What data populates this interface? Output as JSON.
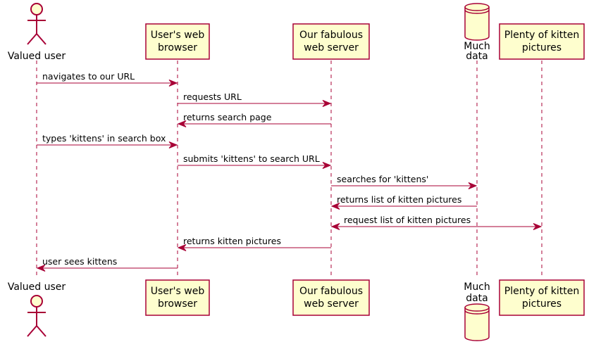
{
  "colors": {
    "participant_fill": "#FEFECE",
    "participant_stroke": "#A80036",
    "arrow": "#A80036",
    "lifeline": "#A80036",
    "text": "#000000"
  },
  "participants": [
    {
      "id": "user",
      "kind": "actor",
      "lines": [
        "Valued user"
      ]
    },
    {
      "id": "browser",
      "kind": "box",
      "lines": [
        "User's web",
        "browser"
      ]
    },
    {
      "id": "server",
      "kind": "box",
      "lines": [
        "Our fabulous",
        "web server"
      ]
    },
    {
      "id": "data",
      "kind": "database",
      "lines": [
        "Much",
        "data"
      ]
    },
    {
      "id": "kittens",
      "kind": "box",
      "lines": [
        "Plenty of kitten",
        "pictures"
      ]
    }
  ],
  "messages": [
    {
      "from": "user",
      "to": "browser",
      "label": "navigates to our URL"
    },
    {
      "from": "browser",
      "to": "server",
      "label": "requests URL"
    },
    {
      "from": "server",
      "to": "browser",
      "label": "returns search page"
    },
    {
      "from": "user",
      "to": "browser",
      "label": "types 'kittens' in search box"
    },
    {
      "from": "browser",
      "to": "server",
      "label": "submits 'kittens' to search URL"
    },
    {
      "from": "server",
      "to": "data",
      "label": "searches for 'kittens'"
    },
    {
      "from": "data",
      "to": "server",
      "label": "returns list of kitten pictures"
    },
    {
      "from": "server",
      "to": "kittens",
      "label": "request list of kitten pictures",
      "bidirectional": true
    },
    {
      "from": "server",
      "to": "browser",
      "label": "returns kitten pictures"
    },
    {
      "from": "browser",
      "to": "user",
      "label": "user sees kittens"
    }
  ]
}
